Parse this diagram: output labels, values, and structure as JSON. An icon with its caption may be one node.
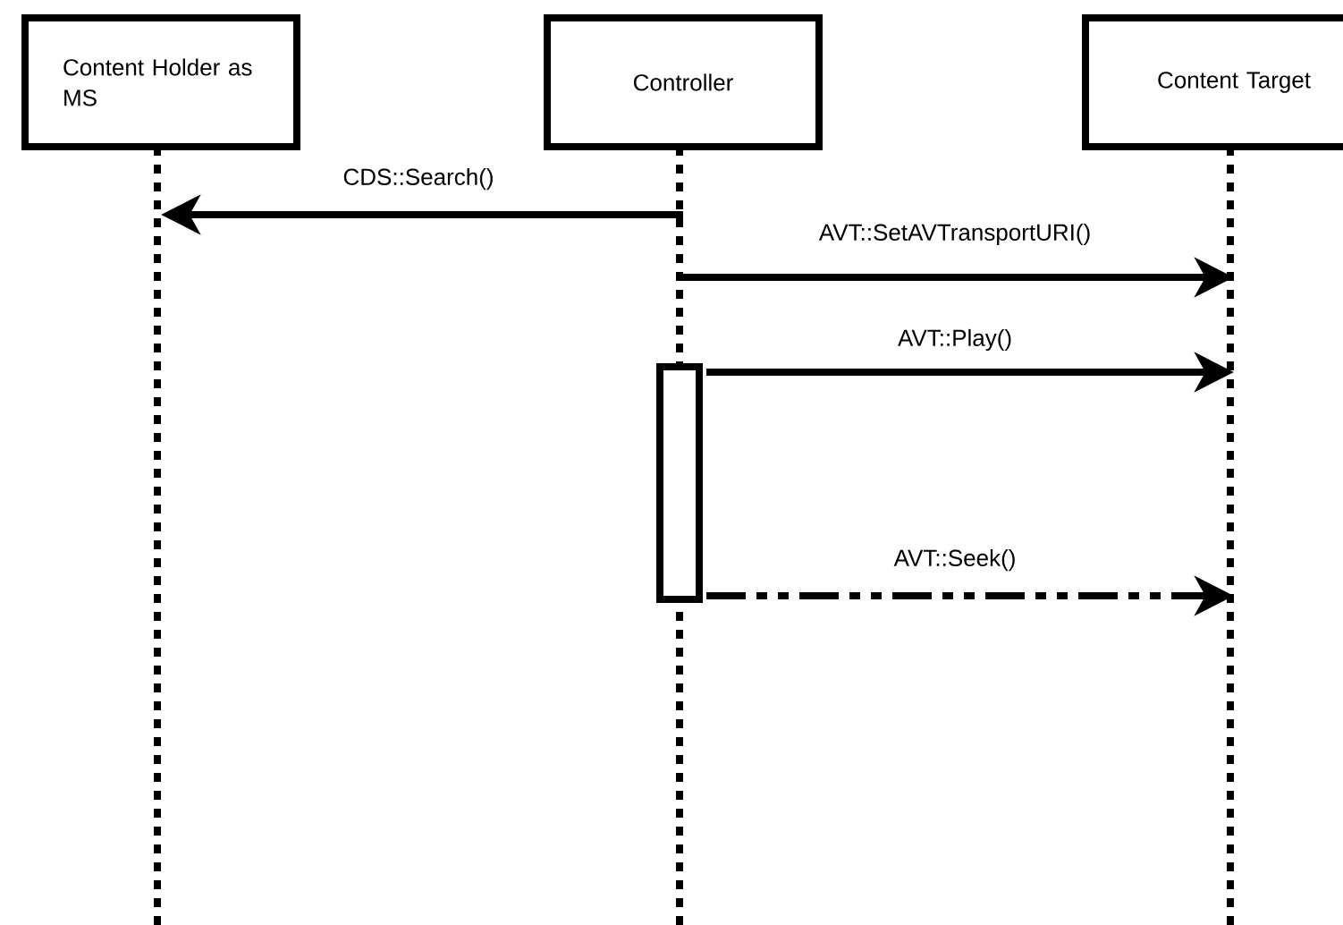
{
  "diagram": {
    "nodes": [
      {
        "text": [
          "Content Holder as MS"
        ]
      },
      {
        "text": [
          "Controller"
        ]
      },
      {
        "text": [
          "Content Target"
        ]
      }
    ],
    "edges": [
      {
        "from": 1,
        "to": 0,
        "arrow": "to",
        "label": "CDS::Search()"
      },
      {
        "from": 1,
        "to": 2,
        "arrow": "to",
        "label": "AVT::SetAVTransportURI()"
      },
      {
        "from": 1,
        "to": 2,
        "arrow": "to",
        "label": "AVT::Play()"
      },
      {
        "from": 1,
        "to": 2,
        "arrow": "to",
        "label": "AVT::Seek()",
        "style": "dashed"
      }
    ]
  }
}
